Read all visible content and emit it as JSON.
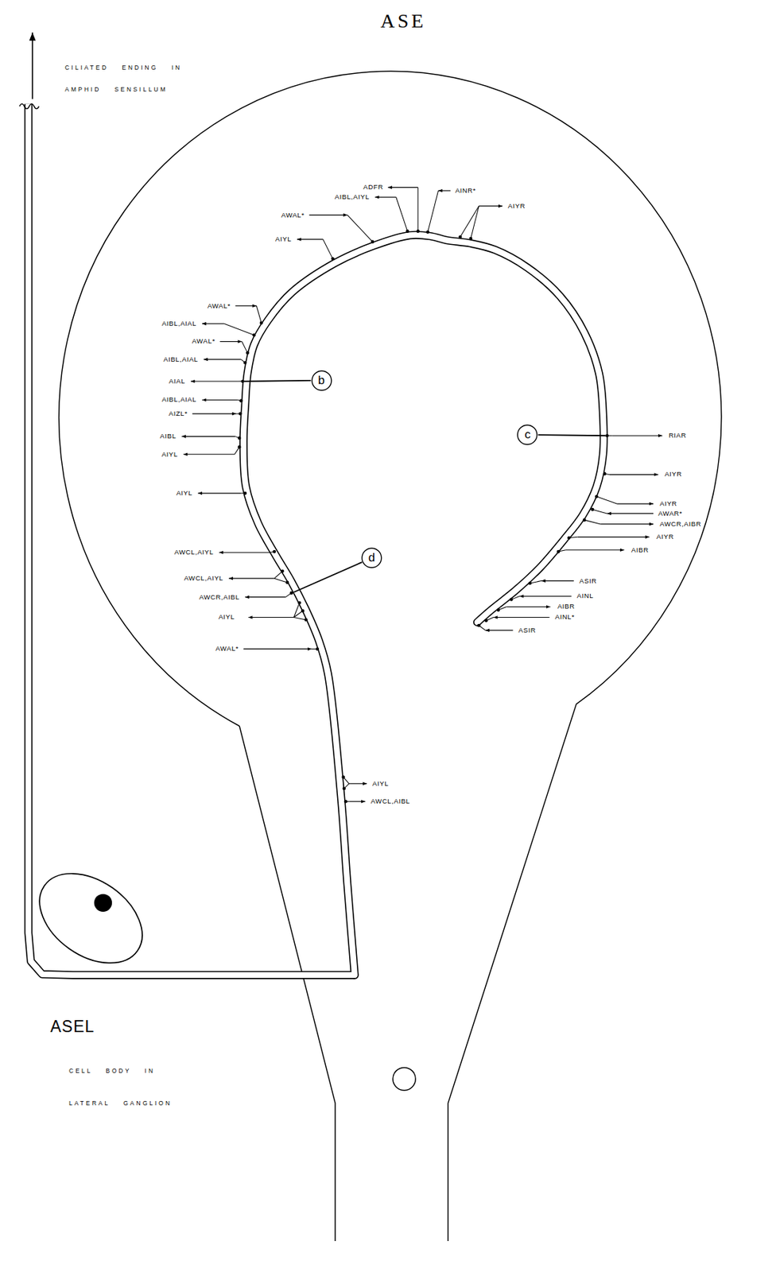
{
  "diagram": {
    "title": "ASE",
    "nodes": [
      {
        "text": [
          "b"
        ]
      },
      {
        "text": [
          "c"
        ]
      },
      {
        "text": [
          "d"
        ]
      }
    ],
    "labels": [
      "CILIATED ENDING IN AMPHID SENSILLUM",
      "ADFR",
      "AIBL,AIYL",
      "AINR*",
      "AIYR",
      "AWAL*",
      "AIYL",
      "AWAL*",
      "AIBL,AIAL",
      "AWAL*",
      "AIBL,AIAL",
      "AIAL",
      "AIBL,AIAL",
      "AIZL*",
      "AIBL",
      "AIYL",
      "AIYL",
      "AWCL,AIYL",
      "AWCL,AIYL",
      "AWCR,AIBL",
      "AIYL",
      "AWAL*",
      "AIYL",
      "AWCL,AIBL",
      "RIAR",
      "AIYR",
      "AIYR",
      "AWAR*",
      "AWCR,AIBR",
      "AIYR",
      "AIBR",
      "ASIR",
      "AINL",
      "AIBR",
      "AINL*",
      "ASIR",
      "ASEL",
      "CELL BODY IN LATERAL GANGLION"
    ]
  }
}
